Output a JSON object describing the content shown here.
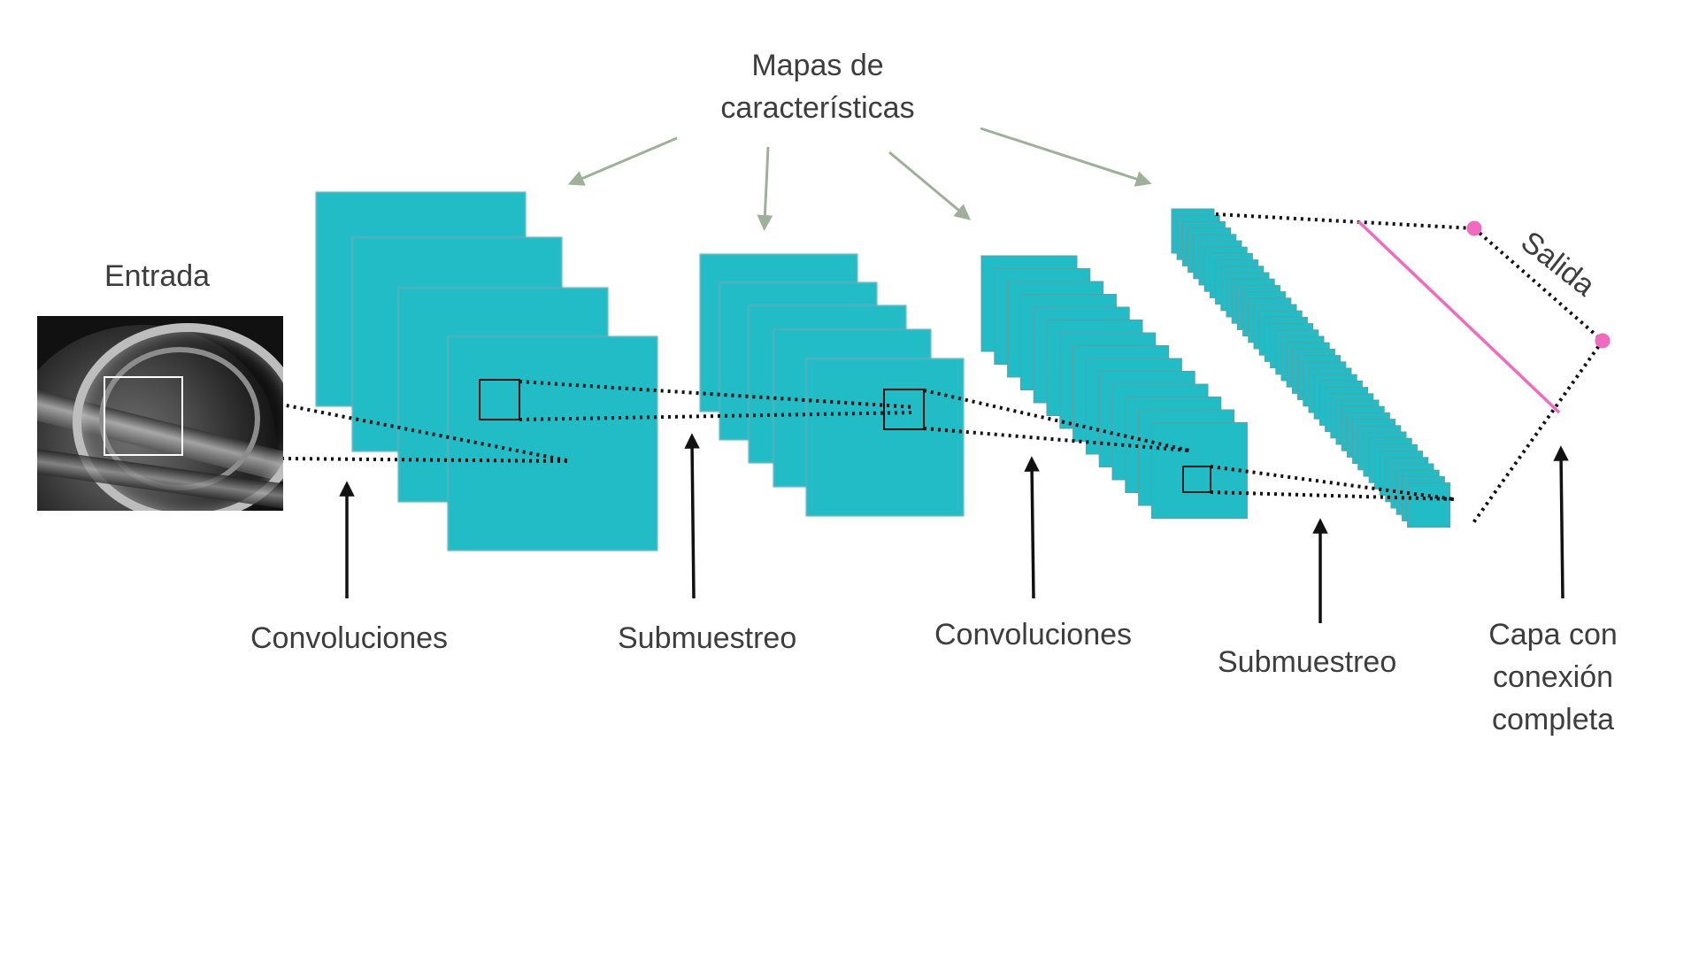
{
  "title_top": "Mapas de\ncaracterísticas",
  "input_label": "Entrada",
  "output_label": "Salida",
  "stage_labels": {
    "conv1": "Convoluciones",
    "sub1": "Submuestreo",
    "conv2": "Convoluciones",
    "sub2": "Submuestreo",
    "fc": "Capa con\nconexión\ncompleta"
  },
  "colors": {
    "feature_map": "#22bcc7",
    "feature_map_edge": "#5f9fa4",
    "arrow_gray": "#9fb09a",
    "arrow_black": "#111111",
    "output_pink": "#f06ac0",
    "text": "#3d3d3d"
  },
  "input_image": {
    "kind": "ultrasound-image",
    "meta_text": ""
  }
}
